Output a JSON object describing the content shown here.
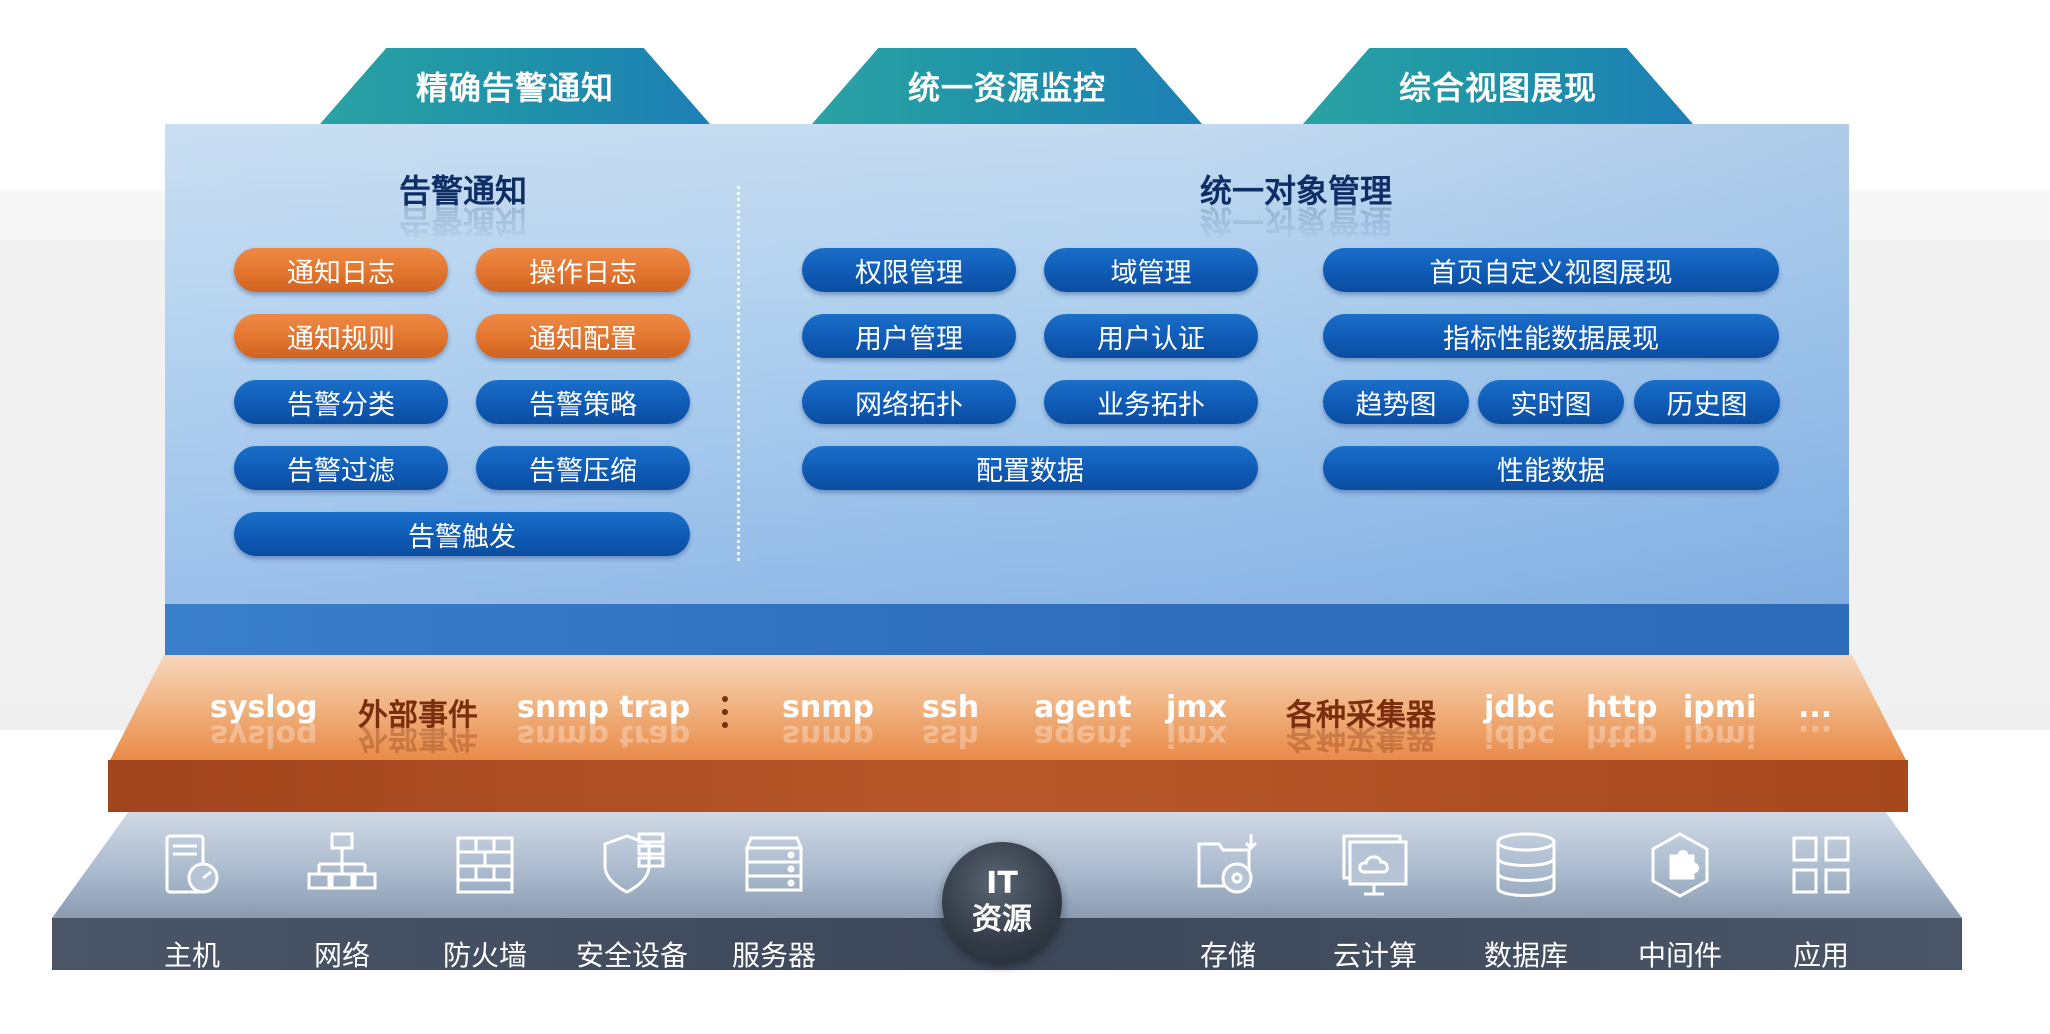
{
  "headers": [
    "精确告警通知",
    "统一资源监控",
    "综合视图展现"
  ],
  "left_section": {
    "title": "告警通知",
    "items": [
      "通知日志",
      "操作日志",
      "通知规则",
      "通知配置",
      "告警分类",
      "告警策略",
      "告警过滤",
      "告警压缩",
      "告警触发"
    ]
  },
  "right_section": {
    "title": "统一对象管理",
    "middle_items": [
      "权限管理",
      "域管理",
      "用户管理",
      "用户认证",
      "网络拓扑",
      "业务拓扑",
      "配置数据"
    ],
    "right_items": [
      "首页自定义视图展现",
      "指标性能数据展现",
      "趋势图",
      "实时图",
      "历史图",
      "性能数据"
    ]
  },
  "protocols": [
    "syslog",
    "外部事件",
    "snmp trap",
    "snmp",
    "ssh",
    "agent",
    "jmx",
    "各种采集器",
    "jdbc",
    "http",
    "ipmi",
    "..."
  ],
  "it_resource": {
    "line1": "IT",
    "line2": "资源"
  },
  "resources": [
    {
      "label": "主机",
      "icon": "host-icon"
    },
    {
      "label": "网络",
      "icon": "network-icon"
    },
    {
      "label": "防火墙",
      "icon": "firewall-icon"
    },
    {
      "label": "安全设备",
      "icon": "security-device-icon"
    },
    {
      "label": "服务器",
      "icon": "server-icon"
    },
    {
      "label": "存储",
      "icon": "storage-icon"
    },
    {
      "label": "云计算",
      "icon": "cloud-computing-icon"
    },
    {
      "label": "数据库",
      "icon": "database-icon"
    },
    {
      "label": "中间件",
      "icon": "middleware-icon"
    },
    {
      "label": "应用",
      "icon": "application-icon"
    }
  ],
  "colors": {
    "teal": "#2aa3a4",
    "blue_pill": "#1a6fc9",
    "orange_pill": "#e2752f",
    "panel": "#aacdee",
    "rust": "#a2441c",
    "slate": "#3c4759"
  }
}
